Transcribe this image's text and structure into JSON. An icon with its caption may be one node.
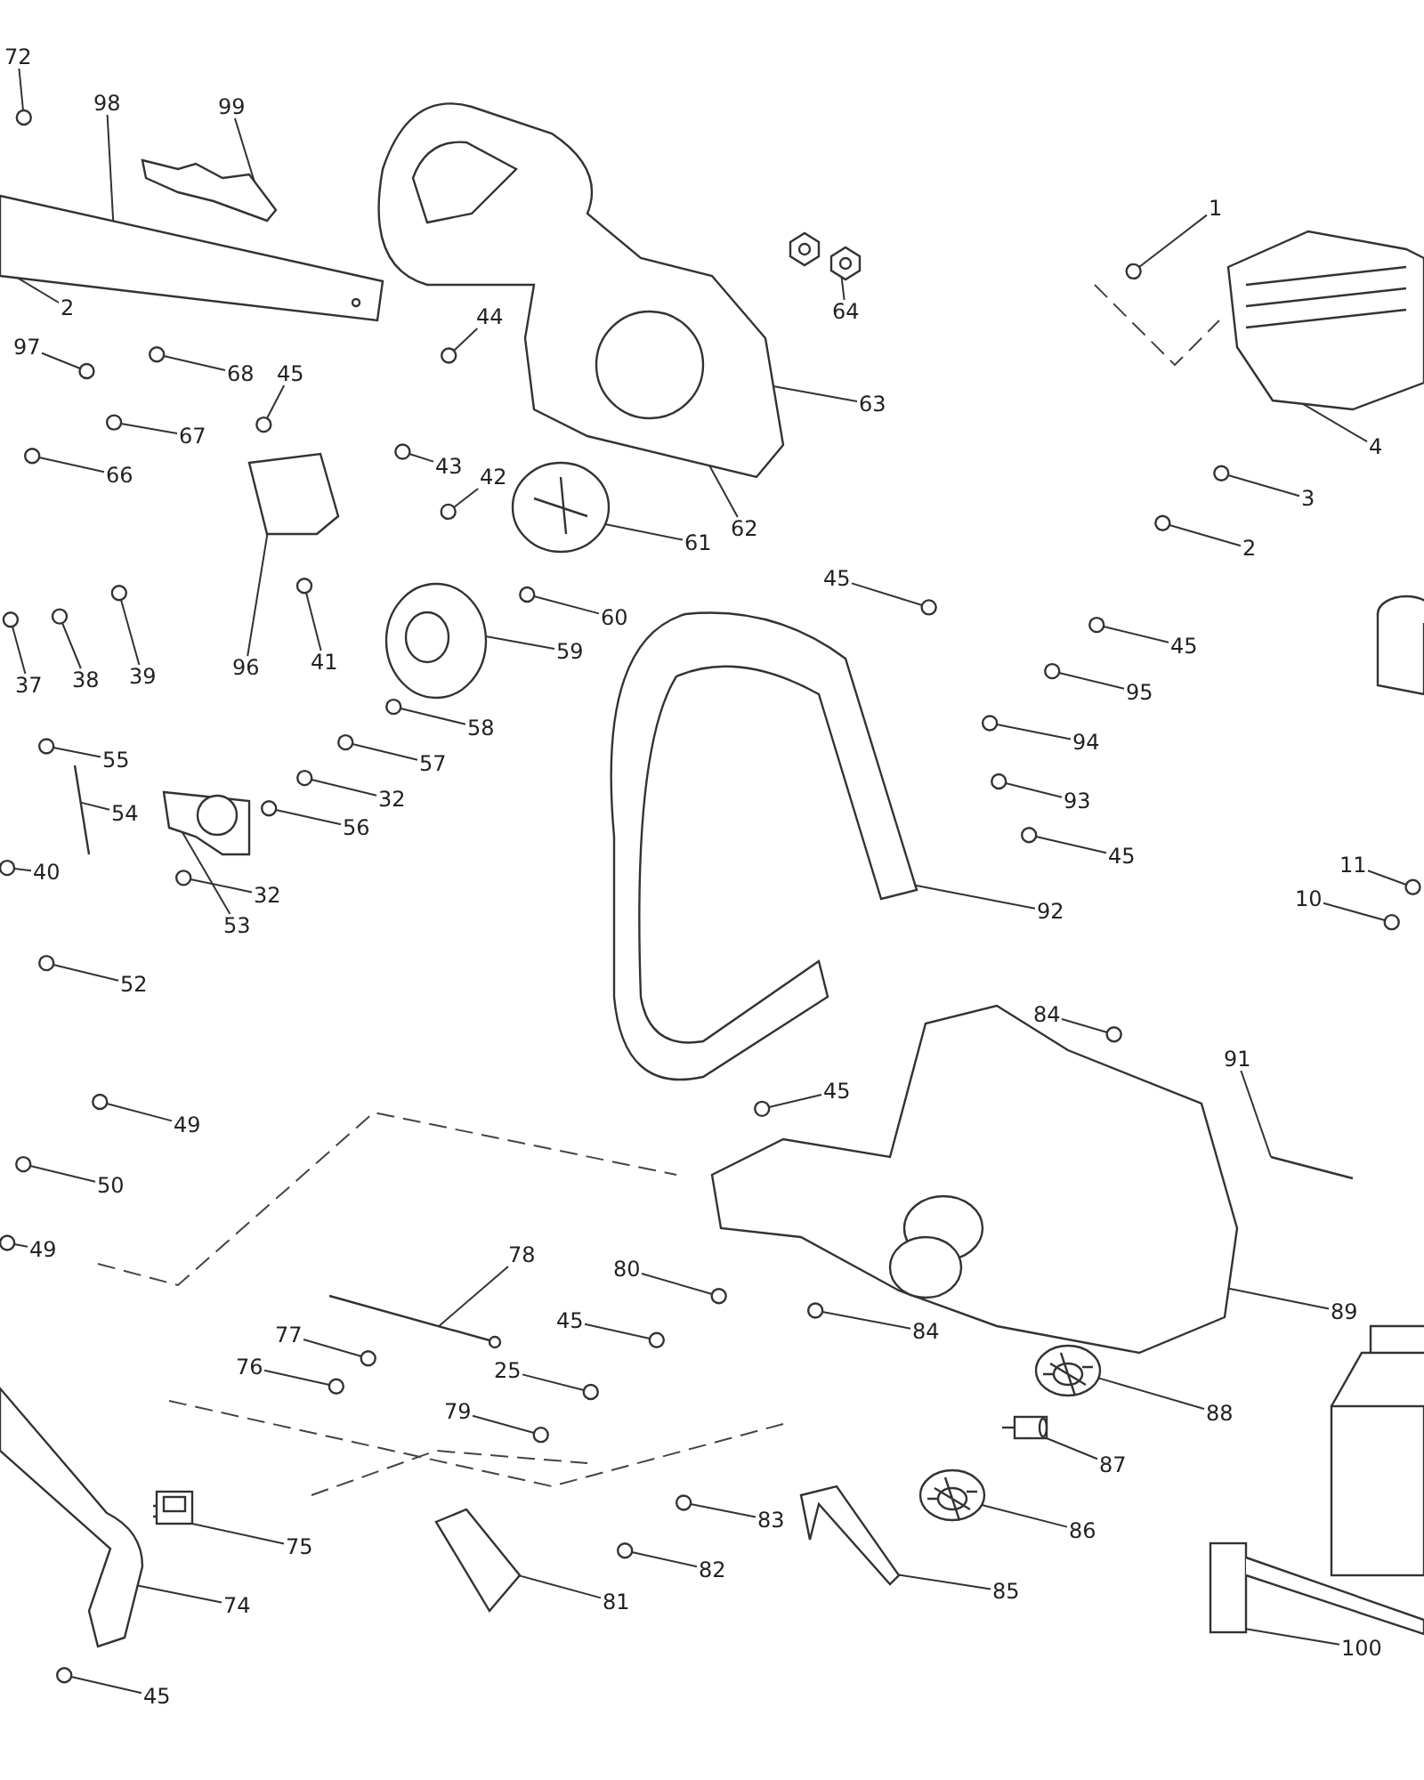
{
  "diagram": {
    "nodes": [
      {
        "text": [
          "72"
        ]
      },
      {
        "text": [
          "98"
        ]
      },
      {
        "text": [
          "99"
        ]
      },
      {
        "text": [
          "1"
        ]
      },
      {
        "text": [
          "2"
        ]
      },
      {
        "text": [
          "64"
        ]
      },
      {
        "text": [
          "44"
        ]
      },
      {
        "text": [
          "97"
        ]
      },
      {
        "text": [
          "68"
        ]
      },
      {
        "text": [
          "45"
        ]
      },
      {
        "text": [
          "63"
        ]
      },
      {
        "text": [
          "67"
        ]
      },
      {
        "text": [
          "4"
        ]
      },
      {
        "text": [
          "43"
        ]
      },
      {
        "text": [
          "66"
        ]
      },
      {
        "text": [
          "42"
        ]
      },
      {
        "text": [
          "3"
        ]
      },
      {
        "text": [
          "62"
        ]
      },
      {
        "text": [
          "61"
        ]
      },
      {
        "text": [
          "2"
        ]
      },
      {
        "text": [
          "45"
        ]
      },
      {
        "text": [
          "60"
        ]
      },
      {
        "text": [
          "45"
        ]
      },
      {
        "text": [
          "59"
        ]
      },
      {
        "text": [
          "41"
        ]
      },
      {
        "text": [
          "96"
        ]
      },
      {
        "text": [
          "39"
        ]
      },
      {
        "text": [
          "38"
        ]
      },
      {
        "text": [
          "37"
        ]
      },
      {
        "text": [
          "95"
        ]
      },
      {
        "text": [
          "58"
        ]
      },
      {
        "text": [
          "94"
        ]
      },
      {
        "text": [
          "55"
        ]
      },
      {
        "text": [
          "57"
        ]
      },
      {
        "text": [
          "32"
        ]
      },
      {
        "text": [
          "93"
        ]
      },
      {
        "text": [
          "54"
        ]
      },
      {
        "text": [
          "56"
        ]
      },
      {
        "text": [
          "45"
        ]
      },
      {
        "text": [
          "11"
        ]
      },
      {
        "text": [
          "40"
        ]
      },
      {
        "text": [
          "32"
        ]
      },
      {
        "text": [
          "10"
        ]
      },
      {
        "text": [
          "92"
        ]
      },
      {
        "text": [
          "53"
        ]
      },
      {
        "text": [
          "52"
        ]
      },
      {
        "text": [
          "84"
        ]
      },
      {
        "text": [
          "91"
        ]
      },
      {
        "text": [
          "45"
        ]
      },
      {
        "text": [
          "49"
        ]
      },
      {
        "text": [
          "50"
        ]
      },
      {
        "text": [
          "49"
        ]
      },
      {
        "text": [
          "78"
        ]
      },
      {
        "text": [
          "80"
        ]
      },
      {
        "text": [
          "45"
        ]
      },
      {
        "text": [
          "84"
        ]
      },
      {
        "text": [
          "89"
        ]
      },
      {
        "text": [
          "77"
        ]
      },
      {
        "text": [
          "76"
        ]
      },
      {
        "text": [
          "25"
        ]
      },
      {
        "text": [
          "79"
        ]
      },
      {
        "text": [
          "88"
        ]
      },
      {
        "text": [
          "87"
        ]
      },
      {
        "text": [
          "83"
        ]
      },
      {
        "text": [
          "86"
        ]
      },
      {
        "text": [
          "75"
        ]
      },
      {
        "text": [
          "82"
        ]
      },
      {
        "text": [
          "85"
        ]
      },
      {
        "text": [
          "81"
        ]
      },
      {
        "text": [
          "74"
        ]
      },
      {
        "text": [
          "100"
        ]
      },
      {
        "text": [
          "45"
        ]
      },
      {
        "text": [],
        "shape": "picture"
      },
      {
        "text": [],
        "shape": "picture"
      },
      {
        "text": [],
        "shape": "picture"
      },
      {
        "text": [],
        "shape": "picture"
      },
      {
        "text": [],
        "shape": "picture"
      },
      {
        "text": [],
        "shape": "picture"
      },
      {
        "text": [],
        "shape": "picture"
      },
      {
        "text": [],
        "shape": "picture"
      },
      {
        "text": [],
        "shape": "picture"
      },
      {
        "text": [],
        "shape": "picture"
      },
      {
        "text": [],
        "shape": "picture"
      },
      {
        "text": [],
        "shape": "picture"
      },
      {
        "text": [],
        "shape": "picture"
      },
      {
        "text": [],
        "shape": "picture"
      },
      {
        "text": [],
        "shape": "picture"
      },
      {
        "text": [],
        "shape": "picture"
      },
      {
        "text": [],
        "shape": "picture"
      },
      {
        "text": [],
        "shape": "picture"
      },
      {
        "text": [],
        "shape": "picture"
      },
      {
        "text": [],
        "shape": "picture"
      },
      {
        "text": [],
        "shape": "picture"
      },
      {
        "text": [],
        "shape": "picture"
      },
      {
        "text": [],
        "shape": "circle"
      },
      {
        "text": [],
        "shape": "circle"
      },
      {
        "text": [],
        "shape": "circle"
      },
      {
        "text": [],
        "shape": "circle"
      },
      {
        "text": [],
        "shape": "circle"
      },
      {
        "text": [],
        "shape": "circle"
      },
      {
        "text": [],
        "shape": "circle"
      },
      {
        "text": [],
        "shape": "circle"
      },
      {
        "text": [],
        "shape": "circle"
      },
      {
        "text": [],
        "shape": "circle"
      },
      {
        "text": [],
        "shape": "circle"
      },
      {
        "text": [],
        "shape": "circle"
      },
      {
        "text": [],
        "shape": "circle"
      },
      {
        "text": [],
        "shape": "circle"
      },
      {
        "text": [],
        "shape": "circle"
      },
      {
        "text": [],
        "shape": "circle"
      },
      {
        "text": [],
        "shape": "circle"
      },
      {
        "text": [],
        "shape": "circle"
      },
      {
        "text": [],
        "shape": "circle"
      },
      {
        "text": [],
        "shape": "circle"
      },
      {
        "text": [],
        "shape": "circle"
      },
      {
        "text": [],
        "shape": "circle"
      },
      {
        "text": [],
        "shape": "circle"
      },
      {
        "text": [],
        "shape": "circle"
      },
      {
        "text": [],
        "shape": "circle"
      },
      {
        "text": [],
        "shape": "circle"
      },
      {
        "text": [],
        "shape": "circle"
      },
      {
        "text": [],
        "shape": "circle"
      },
      {
        "text": [],
        "shape": "circle"
      },
      {
        "text": [],
        "shape": "circle"
      },
      {
        "text": [],
        "shape": "circle"
      },
      {
        "text": [],
        "shape": "circle"
      },
      {
        "text": [],
        "shape": "circle"
      },
      {
        "text": [],
        "shape": "circle"
      },
      {
        "text": [],
        "shape": "circle"
      },
      {
        "text": [],
        "shape": "circle"
      },
      {
        "text": [],
        "shape": "circle"
      },
      {
        "text": [],
        "shape": "circle"
      },
      {
        "text": [],
        "shape": "circle"
      },
      {
        "text": [],
        "shape": "circle"
      },
      {
        "text": [],
        "shape": "circle"
      },
      {
        "text": [],
        "shape": "circle"
      },
      {
        "text": [],
        "shape": "circle"
      },
      {
        "text": [],
        "shape": "circle"
      },
      {
        "text": [],
        "shape": "circle"
      },
      {
        "text": [],
        "shape": "circle"
      },
      {
        "text": [],
        "shape": "circle"
      },
      {
        "text": [],
        "shape": "circle"
      }
    ],
    "edges": [
      {
        "from": 0,
        "to": 94,
        "arrow": "none"
      },
      {
        "from": 1,
        "to": 72,
        "arrow": "none"
      },
      {
        "from": 2,
        "to": 73,
        "arrow": "none"
      },
      {
        "from": 3,
        "to": 95,
        "arrow": "none"
      },
      {
        "from": 4,
        "to": 72,
        "arrow": "none"
      },
      {
        "from": 5,
        "to": 75,
        "arrow": "none"
      },
      {
        "from": 6,
        "to": 96,
        "arrow": "none"
      },
      {
        "from": 7,
        "to": 97,
        "arrow": "none"
      },
      {
        "from": 8,
        "to": 98,
        "arrow": "none"
      },
      {
        "from": 9,
        "to": 99,
        "arrow": "none"
      },
      {
        "from": 10,
        "to": 74,
        "arrow": "none"
      },
      {
        "from": 11,
        "to": 100,
        "arrow": "none"
      },
      {
        "from": 12,
        "to": 81,
        "arrow": "none"
      },
      {
        "from": 13,
        "to": 101,
        "arrow": "none"
      },
      {
        "from": 14,
        "to": 102,
        "arrow": "none"
      },
      {
        "from": 15,
        "to": 103,
        "arrow": "none"
      },
      {
        "from": 16,
        "to": 104,
        "arrow": "none"
      },
      {
        "from": 17,
        "to": 74,
        "arrow": "none"
      },
      {
        "from": 18,
        "to": 76,
        "arrow": "none"
      },
      {
        "from": 19,
        "to": 105,
        "arrow": "none"
      },
      {
        "from": 20,
        "to": 106,
        "arrow": "none"
      },
      {
        "from": 21,
        "to": 107,
        "arrow": "none"
      },
      {
        "from": 22,
        "to": 108,
        "arrow": "none"
      },
      {
        "from": 23,
        "to": 77,
        "arrow": "none"
      },
      {
        "from": 24,
        "to": 109,
        "arrow": "none"
      },
      {
        "from": 25,
        "to": 79,
        "arrow": "none"
      },
      {
        "from": 26,
        "to": 110,
        "arrow": "none"
      },
      {
        "from": 27,
        "to": 111,
        "arrow": "none"
      },
      {
        "from": 28,
        "to": 112,
        "arrow": "none"
      },
      {
        "from": 29,
        "to": 113,
        "arrow": "none"
      },
      {
        "from": 30,
        "to": 114,
        "arrow": "none"
      },
      {
        "from": 31,
        "to": 115,
        "arrow": "none"
      },
      {
        "from": 32,
        "to": 116,
        "arrow": "none"
      },
      {
        "from": 33,
        "to": 117,
        "arrow": "none"
      },
      {
        "from": 34,
        "to": 118,
        "arrow": "none"
      },
      {
        "from": 35,
        "to": 119,
        "arrow": "none"
      },
      {
        "from": 36,
        "to": 93,
        "arrow": "none"
      },
      {
        "from": 37,
        "to": 120,
        "arrow": "none"
      },
      {
        "from": 38,
        "to": 121,
        "arrow": "none"
      },
      {
        "from": 39,
        "to": 122,
        "arrow": "none"
      },
      {
        "from": 40,
        "to": 123,
        "arrow": "none"
      },
      {
        "from": 41,
        "to": 124,
        "arrow": "none"
      },
      {
        "from": 42,
        "to": 125,
        "arrow": "none"
      },
      {
        "from": 43,
        "to": 80,
        "arrow": "none"
      },
      {
        "from": 44,
        "to": 78,
        "arrow": "none"
      },
      {
        "from": 45,
        "to": 126,
        "arrow": "none"
      },
      {
        "from": 46,
        "to": 127,
        "arrow": "none"
      },
      {
        "from": 47,
        "to": 91,
        "arrow": "none"
      },
      {
        "from": 48,
        "to": 128,
        "arrow": "none"
      },
      {
        "from": 49,
        "to": 129,
        "arrow": "none"
      },
      {
        "from": 50,
        "to": 130,
        "arrow": "none"
      },
      {
        "from": 51,
        "to": 131,
        "arrow": "none"
      },
      {
        "from": 52,
        "to": 92,
        "arrow": "none"
      },
      {
        "from": 53,
        "to": 132,
        "arrow": "none"
      },
      {
        "from": 54,
        "to": 133,
        "arrow": "none"
      },
      {
        "from": 55,
        "to": 134,
        "arrow": "none"
      },
      {
        "from": 56,
        "to": 82,
        "arrow": "none"
      },
      {
        "from": 57,
        "to": 135,
        "arrow": "none"
      },
      {
        "from": 58,
        "to": 136,
        "arrow": "none"
      },
      {
        "from": 59,
        "to": 137,
        "arrow": "none"
      },
      {
        "from": 60,
        "to": 138,
        "arrow": "none"
      },
      {
        "from": 61,
        "to": 87,
        "arrow": "none"
      },
      {
        "from": 62,
        "to": 89,
        "arrow": "none"
      },
      {
        "from": 63,
        "to": 139,
        "arrow": "none"
      },
      {
        "from": 64,
        "to": 88,
        "arrow": "none"
      },
      {
        "from": 65,
        "to": 84,
        "arrow": "none"
      },
      {
        "from": 66,
        "to": 140,
        "arrow": "none"
      },
      {
        "from": 67,
        "to": 86,
        "arrow": "none"
      },
      {
        "from": 68,
        "to": 85,
        "arrow": "none"
      },
      {
        "from": 69,
        "to": 83,
        "arrow": "none"
      },
      {
        "from": 70,
        "to": 90,
        "arrow": "none"
      },
      {
        "from": 71,
        "to": 141,
        "arrow": "none"
      }
    ]
  }
}
